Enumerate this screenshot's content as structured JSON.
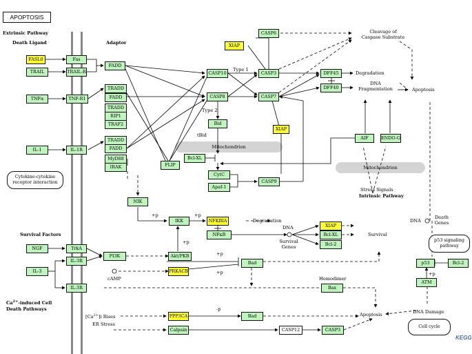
{
  "title": "APOPTOSIS",
  "logo": "KEGG",
  "colors": {
    "gene_fill": "#bff4bf",
    "highlight_fill": "#ffff33",
    "mitochondrion": "#d4d4d4"
  },
  "section_labels": {
    "extrinsic": "Extrinsic Pathway",
    "death_ligand": "Death Ligand",
    "adaptor": "Adaptor",
    "survival_factors": "Survival Factors",
    "ca_line1": "Ca",
    "ca_sup": "2+",
    "ca_line2": "-induced Cell",
    "ca_line3": "Death Pathways",
    "intrinsic": "Intrinsic Pathway"
  },
  "nodes": {
    "fasl": "FASL0",
    "fas": "Fas",
    "trail": "TRAIL",
    "trailr": "TRAIL-R",
    "tnfa": "TNFα",
    "tnfr1": "TNF-R1",
    "il1": "IL-1",
    "il1r": "IL-1R",
    "fadd1": "FADD",
    "tradd1": "TRADD",
    "fadd2": "FADD",
    "tradd2": "TRADD",
    "rip1": "RIP1",
    "traf2": "TRAF2",
    "tradd3": "TRADD",
    "fadd3": "FADD",
    "myd88": "MyD88",
    "irak": "IRAK",
    "flip": "FLIP",
    "casp10": "CASP10",
    "casp8": "CASP8",
    "casp3": "CASP3",
    "casp7": "CASP7",
    "casp6": "CASP6",
    "xiap1": "XIAP",
    "xiap2": "XIAP",
    "dff45": "DFF45",
    "dff40": "DFF40",
    "bid": "Bid",
    "bclxl1": "Bcl-XL",
    "cytc": "CytC",
    "apaf1": "Apaf-1",
    "casp9": "CASP9",
    "aif": "AIF",
    "endog": "ENDO-G",
    "nik": "NIK",
    "ikk": "IKK",
    "nfkbia": "NFKBIA",
    "nfkb": "NFκB",
    "xiap3": "XIAP",
    "bclxl2": "Bcl-XL",
    "bcl2a": "Bcl-2",
    "ngf": "NGF",
    "trka": "TrkA",
    "il3": "IL-3",
    "il3r1": "IL-3R",
    "il3r2": "IL-3R",
    "pi3k": "PI3K",
    "aktpkb": "Akt/PKB",
    "prkacb": "PRKACB",
    "bad1": "Bad",
    "bax": "Bax",
    "ppp3ca": "PPP3CA",
    "bad2": "Bad",
    "calpain": "Calpain",
    "casp12": "CASP12",
    "casp3b": "CASP3",
    "p53": "p53",
    "bcl2b": "Bcl-2",
    "atm": "ATM"
  },
  "text_labels": {
    "cleavage": "Cleavage of\nCaspase Substrate",
    "degradation1": "Degradation",
    "dna_frag": "DNA\nFragmentation",
    "apoptosis1": "Apoptosis",
    "type1": "Type 1",
    "type2": "Type 2",
    "tbid": "tBid",
    "stress": "Stress Signals",
    "plus_p1": "+p",
    "plus_p2": "+p",
    "plus_p3": "+p",
    "plus_p4": "+p",
    "plus_p5": "+p",
    "degradation2": "Degradation",
    "dna2": "DNA",
    "survival_genes": "Survival\nGenes",
    "survival": "Survival",
    "camp": "cAMP",
    "homodimer": "Homodimer",
    "ca_rises_pre": "[Ca",
    "ca_rises_sup": "2+",
    "ca_rises_post": "]i Rises",
    "minus_p": "-p",
    "er_stress": "ER Stress",
    "apoptosis2": "Apoptosis",
    "dna3": "DNA",
    "death_genes": "Death\nGenes",
    "plus_p6": "+p",
    "dna_damage": "DNA Damage"
  },
  "mitochondria": {
    "m1": "Mitochondrion",
    "m2": "Mitochondrion"
  },
  "rounded_boxes": {
    "cytokine": "Cytokine-cytokine\nreceptor interaction",
    "p53_sig": "p53 signaling\npathway",
    "cell_cycle": "Cell cycle"
  }
}
